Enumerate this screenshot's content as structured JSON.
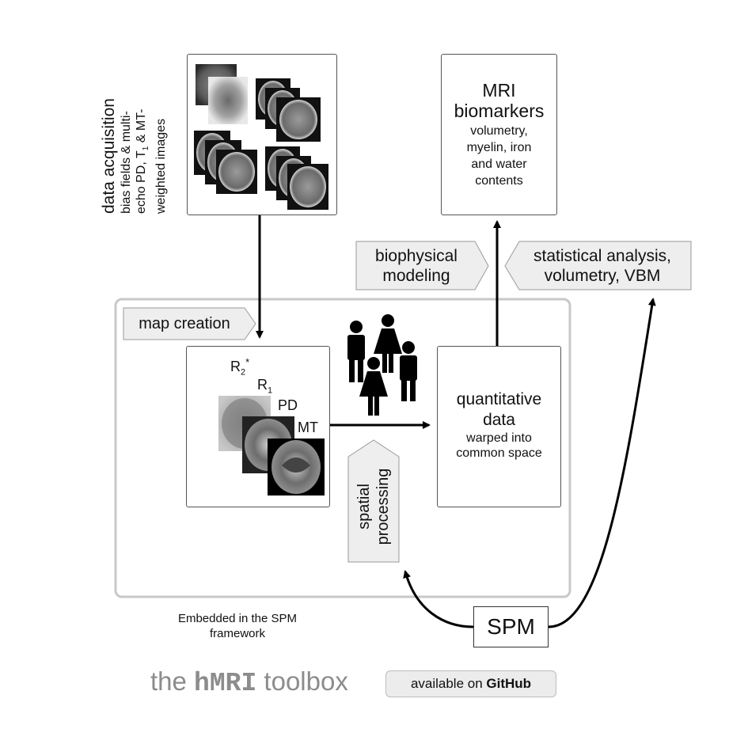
{
  "acquisition": {
    "title": "data acquisition",
    "line1": "bias fields & multi-",
    "line2_pre": "echo PD, T",
    "line2_sub": "1",
    "line2_post": " & MT-",
    "line3": "weighted images"
  },
  "biomarkers": {
    "title_line1": "MRI",
    "title_line2": "biomarkers",
    "detail_lines": [
      "volumetry,",
      "myelin, iron",
      "and water",
      "contents"
    ]
  },
  "tags": {
    "biophysical": [
      "biophysical",
      "modeling"
    ],
    "statistical": [
      "statistical analysis,",
      "volumetry, VBM"
    ],
    "map_creation": "map creation",
    "spatial": [
      "spatial",
      "processing"
    ]
  },
  "maps": {
    "r2_main": "R",
    "r2_sub": "2",
    "r2_sup": "*",
    "r1_main": "R",
    "r1_sub": "1",
    "pd": "PD",
    "mt": "MT"
  },
  "quantitative": {
    "title_line1": "quantitative",
    "title_line2": "data",
    "detail_line1": "warped into",
    "detail_line2": "common space"
  },
  "spm": {
    "label": "SPM",
    "embedded_line1": "Embedded in the SPM",
    "embedded_line2": "framework"
  },
  "footer": {
    "title_pre": "the ",
    "title_bold": "hMRI",
    "title_post": " toolbox",
    "github_pre": "available on ",
    "github_name": "GitHub"
  },
  "icons": [
    "brain-scan-icon",
    "people-icon",
    "arrow-icon"
  ],
  "colors": {
    "tag_fill": "#eeeeee",
    "tag_stroke": "#9a9a9a",
    "frame": "#c8c8c8"
  }
}
